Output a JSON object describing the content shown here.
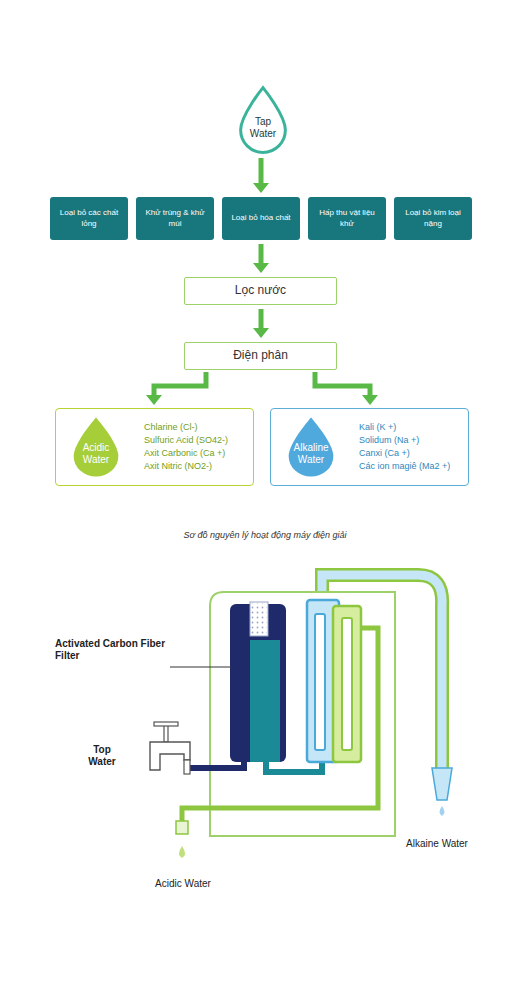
{
  "diagram": {
    "caption": "Sơ đồ nguyên lý hoạt động máy điện giải",
    "nodes": [
      {
        "text": [
          "Tap Water"
        ]
      },
      {
        "text": [
          "Loại bỏ các chất lỏng"
        ]
      },
      {
        "text": [
          "Khử trùng & khử mùi"
        ]
      },
      {
        "text": [
          "Loại bỏ hóa chất"
        ]
      },
      {
        "text": [
          "Hấp thu vật liệu khử"
        ]
      },
      {
        "text": [
          "Loại bỏ kim loại nặng"
        ]
      },
      {
        "text": [
          "Lọc nước"
        ]
      },
      {
        "text": [
          "Điện phân"
        ]
      },
      {
        "text": [
          "Chlarine (Cl-)",
          "Sulfuric Acid (SO42-)",
          "Axit Carbonic (Ca +)",
          "Axit Nitric (NO2-)"
        ]
      },
      {
        "text": [
          "Acidic Water"
        ],
        "in": 8
      },
      {
        "text": [
          "Kali (K +)",
          "Solidum (Na +)",
          "Canxi (Ca +)",
          "Các ion magiê (Ma2 +)"
        ]
      },
      {
        "text": [
          "Alkaline Water"
        ],
        "in": 10
      }
    ],
    "edges": [
      {
        "from": 0,
        "to": 3,
        "arrow": "to"
      },
      {
        "from": 3,
        "to": 6,
        "arrow": "to"
      },
      {
        "from": 6,
        "to": 7,
        "arrow": "to"
      },
      {
        "from": 7,
        "to": 8,
        "arrow": "to"
      },
      {
        "from": 7,
        "to": 10,
        "arrow": "to"
      }
    ],
    "labels": [
      "Activated Carbon Fiber Filter",
      "Top Water",
      "Alkaine Water",
      "Acidic Water"
    ]
  }
}
